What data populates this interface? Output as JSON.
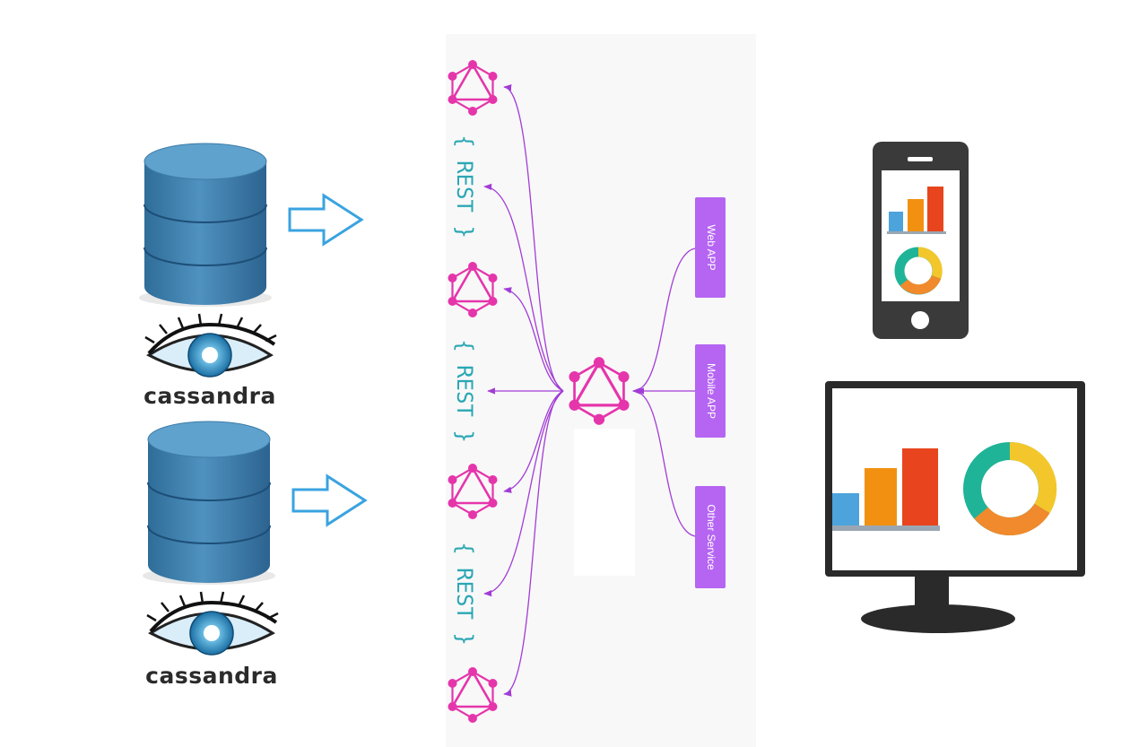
{
  "brand": {
    "label": "cassandra"
  },
  "rest": {
    "label": "{ REST }"
  },
  "clients": [
    {
      "label": "Web APP"
    },
    {
      "label": "Mobile APP"
    },
    {
      "label": "Other Service"
    }
  ],
  "colors": {
    "graphql": "#e535ab",
    "connector": "#a23cd6",
    "client_box": "#b565f2",
    "rest_text": "#2aa7b4",
    "database": "#4a89b5",
    "arrow": "#3aa3e0",
    "chart_blue": "#4da3dc",
    "chart_orange": "#f29111",
    "chart_red": "#e8451e",
    "donut_teal": "#1fb397",
    "donut_yellow": "#f3c72b"
  },
  "icons": {
    "database": "database-icon",
    "graphql": "graphql-icon",
    "cassandra": "cassandra-eye-icon",
    "phone": "smartphone-icon",
    "monitor": "monitor-icon"
  }
}
